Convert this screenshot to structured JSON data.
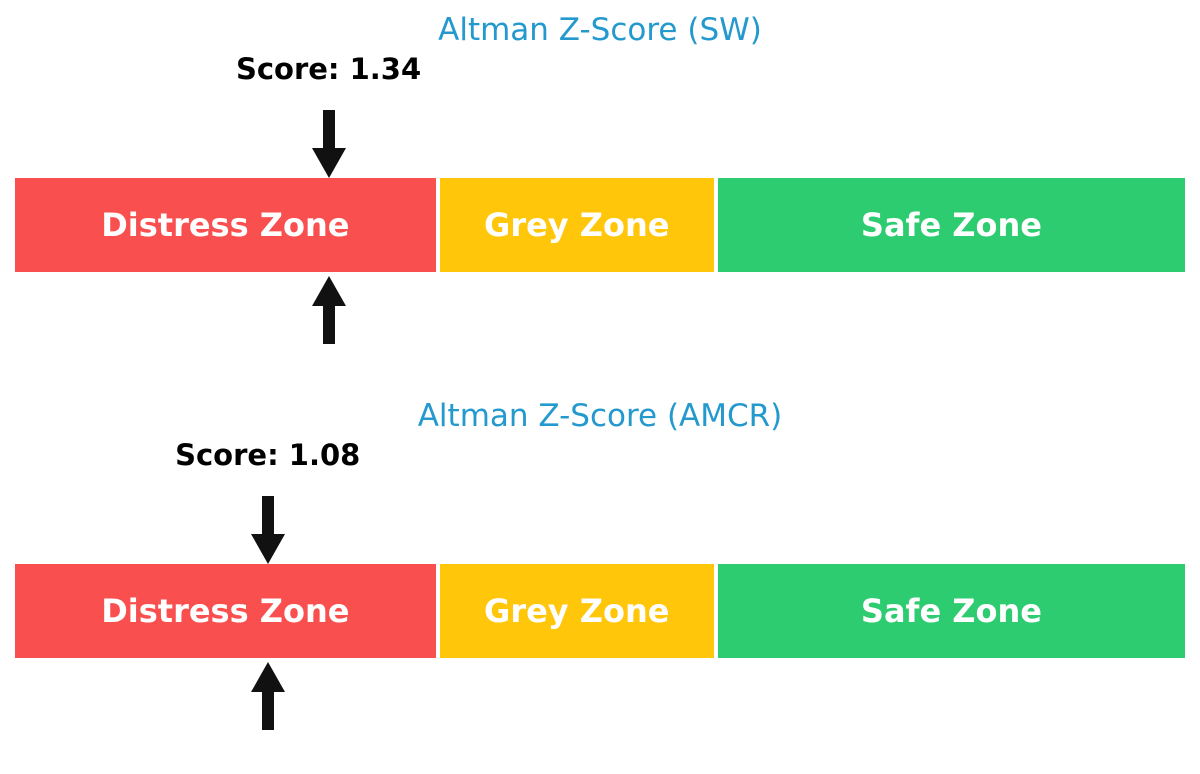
{
  "style": {
    "background": "#FFFFFF",
    "title_color": "#2499CE",
    "score_text_color": "#000000",
    "arrow_color": "#111111",
    "zone_label_color": "#FFFFFF"
  },
  "chart_data": [
    {
      "type": "bar",
      "orientation": "horizontal",
      "title": "Altman Z-Score (SW)",
      "score_label": "Score: 1.34",
      "score": 1.34,
      "axis_range": [
        0,
        5
      ],
      "grid": false,
      "legend": false,
      "zones": [
        {
          "label": "Distress Zone",
          "range": [
            0,
            1.81
          ],
          "color": "#F94F4F"
        },
        {
          "label": "Grey Zone",
          "range": [
            1.81,
            2.99
          ],
          "color": "#FFC60A"
        },
        {
          "label": "Safe Zone",
          "range": [
            2.99,
            5.0
          ],
          "color": "#2ECC71"
        }
      ],
      "annotations": [
        "black down-arrow above bar at score position",
        "black up-arrow below bar at score position"
      ]
    },
    {
      "type": "bar",
      "orientation": "horizontal",
      "title": "Altman Z-Score (AMCR)",
      "score_label": "Score: 1.08",
      "score": 1.08,
      "axis_range": [
        0,
        5
      ],
      "grid": false,
      "legend": false,
      "zones": [
        {
          "label": "Distress Zone",
          "range": [
            0,
            1.81
          ],
          "color": "#F94F4F"
        },
        {
          "label": "Grey Zone",
          "range": [
            1.81,
            2.99
          ],
          "color": "#FFC60A"
        },
        {
          "label": "Safe Zone",
          "range": [
            2.99,
            5.0
          ],
          "color": "#2ECC71"
        }
      ],
      "annotations": [
        "black down-arrow above bar at score position",
        "black up-arrow below bar at score position"
      ]
    }
  ]
}
